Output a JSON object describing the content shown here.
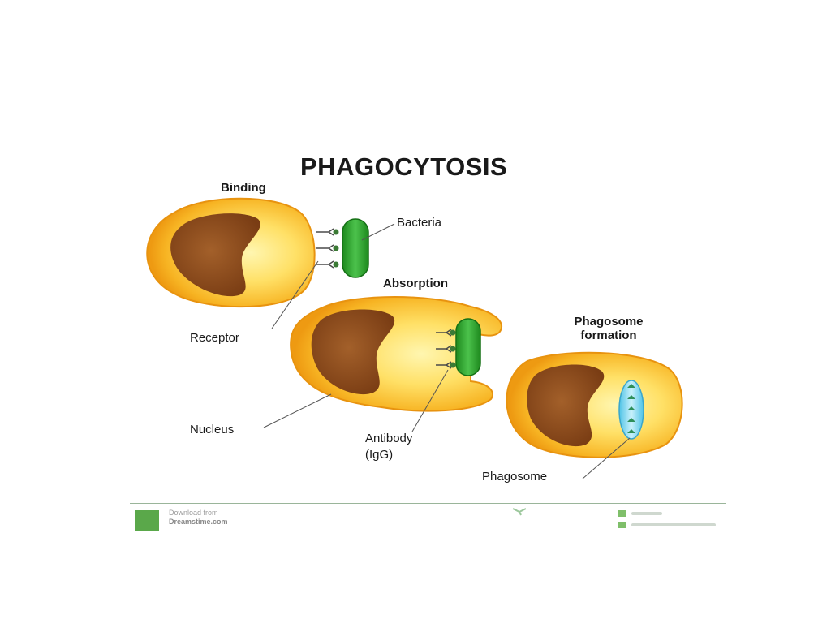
{
  "title": "PHAGOCYTOSIS",
  "stages": {
    "binding": "Binding",
    "absorption": "Absorption",
    "formation_line1": "Phagosome",
    "formation_line2": "formation"
  },
  "labels": {
    "bacteria": "Bacteria",
    "receptor": "Receptor",
    "nucleus": "Nucleus",
    "antibody_line1": "Antibody",
    "antibody_line2": "(IgG)",
    "phagosome": "Phagosome"
  },
  "footer": {
    "download_line1": "Download from",
    "download_line2": "Dreamstime.com"
  },
  "colors": {
    "cell_outer": "#f3a51a",
    "cell_inner": "#ffe680",
    "nucleus": "#8b4a1c",
    "bacteria": "#2ea12e",
    "phagosome": "#7fd8ee",
    "leader_line": "#555555"
  }
}
